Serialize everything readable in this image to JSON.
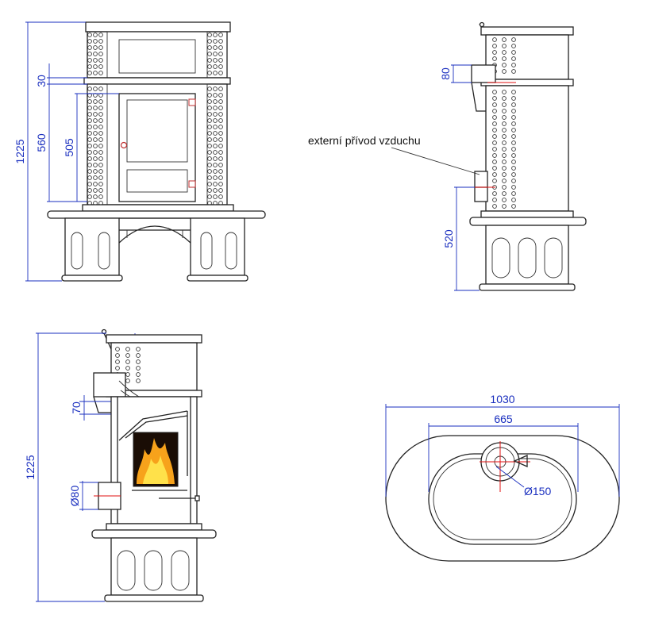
{
  "annotation": {
    "air_inlet": "externí přívod vzduchu"
  },
  "dimensions": {
    "front_total_height": "1225",
    "front_top_gap": "30",
    "front_tile_height": "560",
    "front_door_height": "505",
    "side_flue_height": "80",
    "side_air_inlet_height": "520",
    "section_total_height": "1225",
    "section_flue_height": "70",
    "section_pipe_diameter": "Ø80",
    "plan_outer_width": "1030",
    "plan_inner_width": "665",
    "plan_flue_diameter": "Ø150"
  },
  "colors": {
    "dimension": "#1a2fbf",
    "outline": "#222222",
    "centerline": "#e01010",
    "fire": "#f7a21b"
  }
}
